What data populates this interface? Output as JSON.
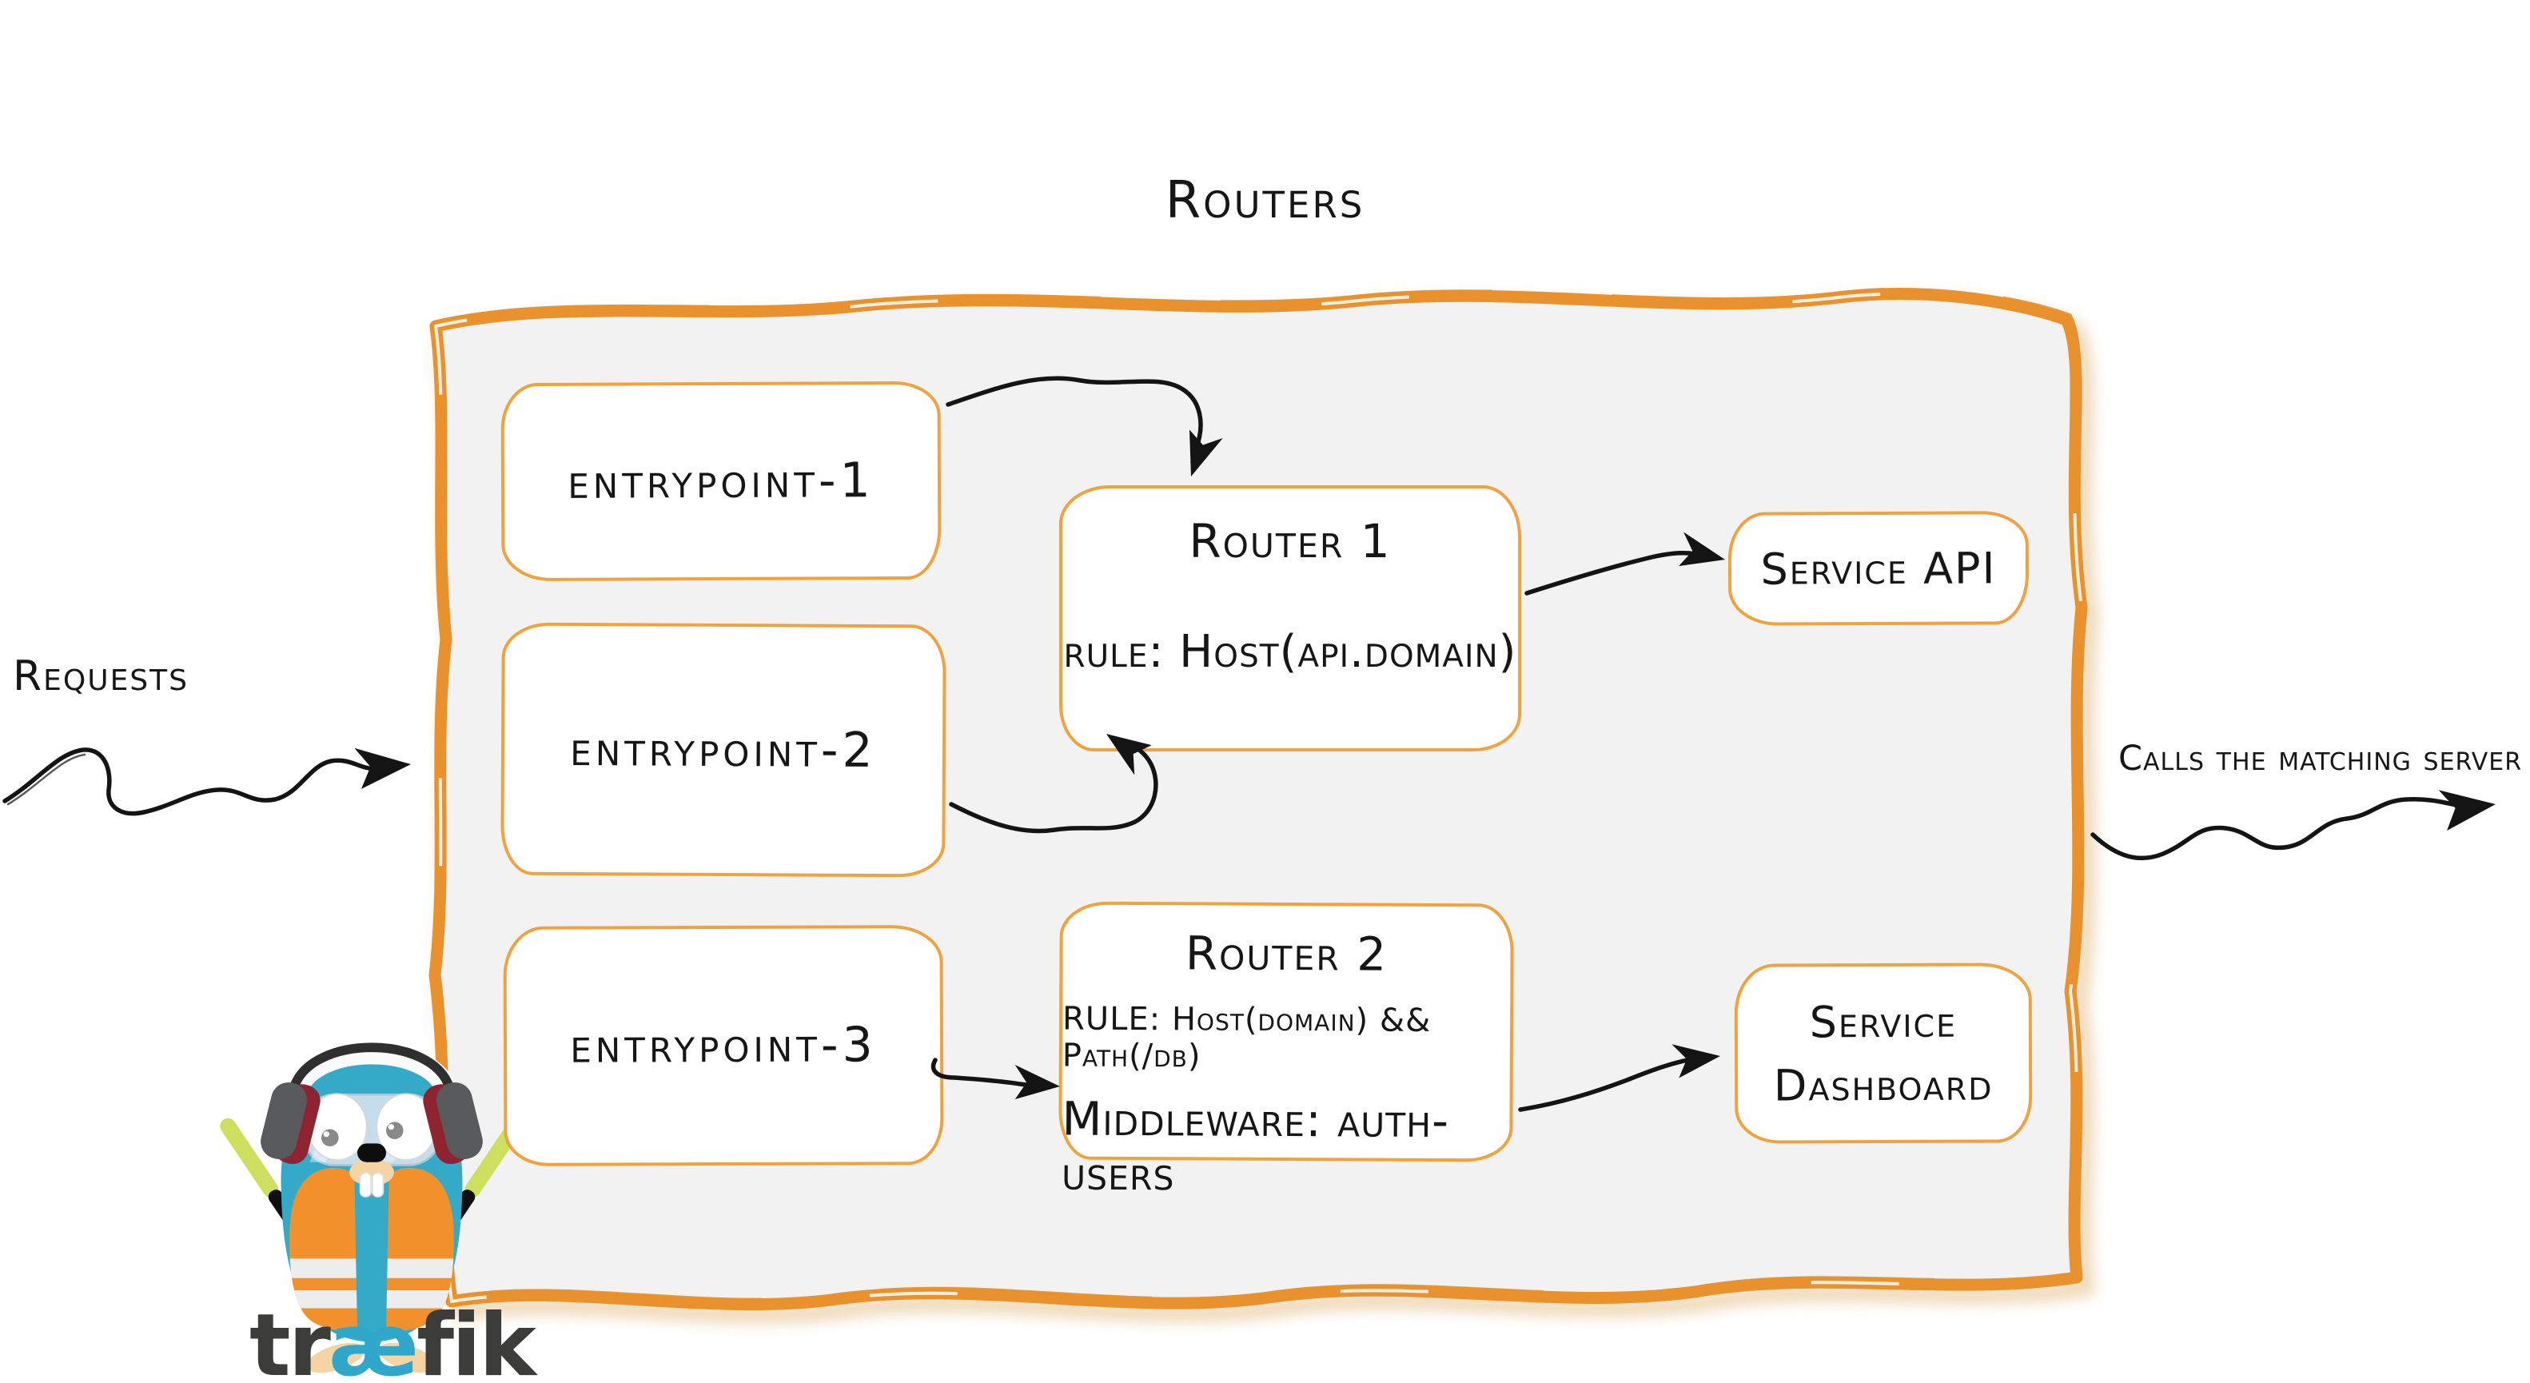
{
  "diagram": {
    "title": "Routers",
    "requests_label": "Requests",
    "output_label": "Calls the matching server"
  },
  "entrypoints": [
    {
      "label": "entrypoint-1"
    },
    {
      "label": "entrypoint-2"
    },
    {
      "label": "entrypoint-3"
    }
  ],
  "routers": [
    {
      "name": "Router 1",
      "rule": "rule: Host(api.domain)"
    },
    {
      "name": "Router 2",
      "rule": "RULE: Host(domain) && Path(/db)",
      "middleware": "Middleware: auth-users"
    }
  ],
  "services": [
    {
      "label": "Service API"
    },
    {
      "line1": "Service",
      "line2": "Dashboard"
    }
  ],
  "brand": {
    "word_pre": "tr",
    "word_ae": "æ",
    "word_post": "fik"
  },
  "icons": {
    "mascot": "traefik-gopher-mascot",
    "arrows": "hand-drawn-squiggle-arrows"
  },
  "colors": {
    "brush_orange": "#e9922d",
    "thin_border_orange": "#f0a23e",
    "panel_fill": "#f2f2f3",
    "ink": "#161616",
    "shadow_tan": "#d9a253",
    "gopher_blue": "#35aac8",
    "vest_orange": "#f2912b",
    "baton_green": "#ccdf5e",
    "wordmark_dark": "#3c3c3b",
    "wordmark_ae": "#2fa7cb"
  }
}
